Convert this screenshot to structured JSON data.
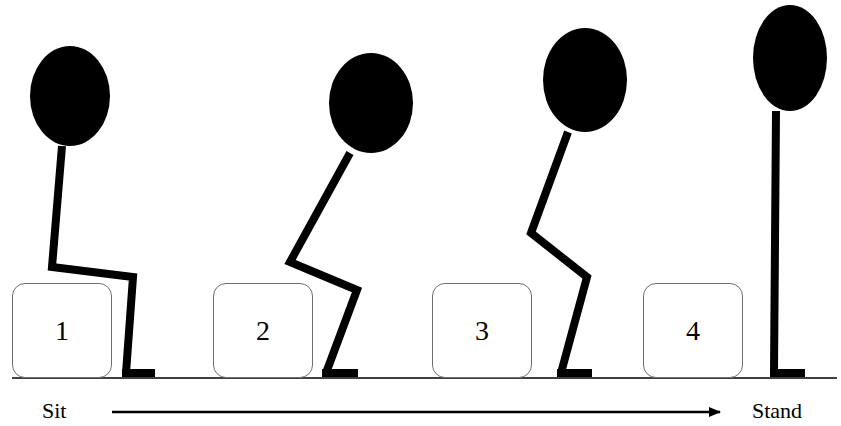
{
  "diagram": {
    "nodes": [
      {
        "text": [
          "1"
        ]
      },
      {
        "text": [
          "2"
        ]
      },
      {
        "text": [
          "3"
        ]
      },
      {
        "text": [
          "4"
        ]
      }
    ],
    "labels": [
      "Sit",
      "Stand"
    ]
  }
}
